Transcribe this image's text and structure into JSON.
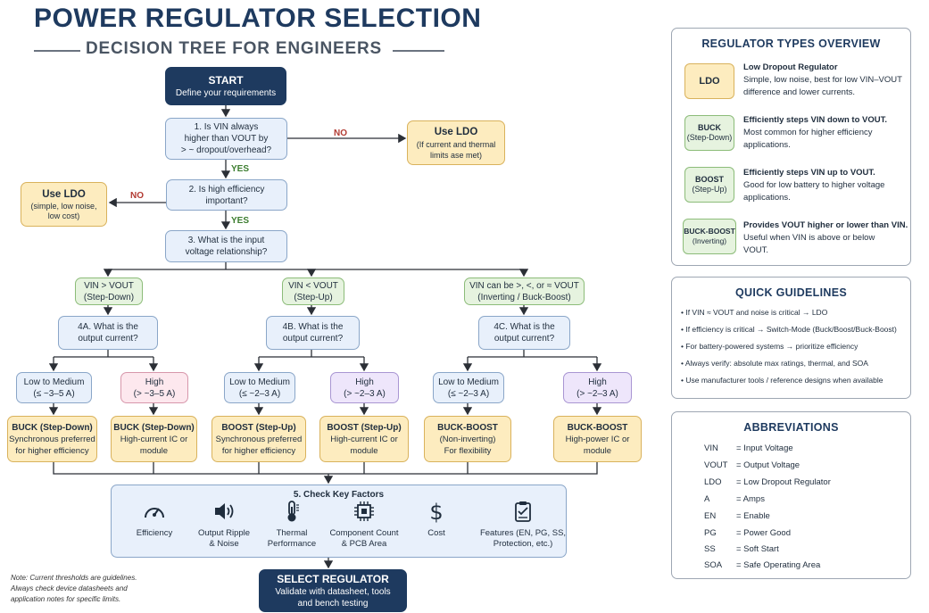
{
  "header": {
    "title": "POWER REGULATOR SELECTION",
    "subtitle": "DECISION TREE FOR ENGINEERS"
  },
  "flow": {
    "start": {
      "title": "START",
      "sub": "Define your requirements"
    },
    "q1": {
      "l1": "1. Is VIN always",
      "l2": "higher than VOUT by",
      "l3": "> ~ dropout/overhead?"
    },
    "q1_no": "NO",
    "q1_yes": "YES",
    "ldo_right": {
      "title": "Use LDO",
      "l1": "(If current and thermal",
      "l2": "limits ase met)"
    },
    "q2": {
      "l1": "2. Is high efficiency",
      "l2": "important?"
    },
    "q2_no": "NO",
    "q2_yes": "YES",
    "ldo_left": {
      "title": "Use LDO",
      "l1": "(simple, low noise,",
      "l2": "low cost)"
    },
    "q3": {
      "l1": "3. What is the input",
      "l2": "voltage relationship?"
    },
    "branches": [
      {
        "cond_l1": "VIN > VOUT",
        "cond_l2": "(Step-Down)",
        "q_l1": "4A. What is the",
        "q_l2": "output current?",
        "low_l1": "Low to Medium",
        "low_l2": "(≤ ~3–5 A)",
        "high_l1": "High",
        "high_l2": "(> ~3–5 A)",
        "res_low": {
          "title": "BUCK (Step-Down)",
          "l1": "Synchronous preferred",
          "l2": "for higher efficiency"
        },
        "res_high": {
          "title": "BUCK (Step-Down)",
          "l1": "High-current IC or",
          "l2": "module"
        }
      },
      {
        "cond_l1": "VIN < VOUT",
        "cond_l2": "(Step-Up)",
        "q_l1": "4B. What is the",
        "q_l2": "output current?",
        "low_l1": "Low to Medium",
        "low_l2": "(≤ ~2–3 A)",
        "high_l1": "High",
        "high_l2": "(> ~2–3 A)",
        "res_low": {
          "title": "BOOST (Step-Up)",
          "l1": "Synchronous preferred",
          "l2": "for higher efficiency"
        },
        "res_high": {
          "title": "BOOST (Step-Up)",
          "l1": "High-current IC or",
          "l2": "module"
        }
      },
      {
        "cond_l1": "VIN can be >, <, or ≈ VOUT",
        "cond_l2": "(Inverting / Buck-Boost)",
        "q_l1": "4C. What is the",
        "q_l2": "output current?",
        "low_l1": "Low to Medium",
        "low_l2": "(≤ ~2–3 A)",
        "high_l1": "High",
        "high_l2": "(> ~2–3 A)",
        "res_low": {
          "title": "BUCK-BOOST",
          "l1": "(Non-inverting)",
          "l2": "For flexibility"
        },
        "res_high": {
          "title": "BUCK-BOOST",
          "l1": "High-power IC or",
          "l2": "module"
        }
      }
    ],
    "factors_title": "5. Check Key Factors",
    "factors": [
      {
        "icon": "gauge-icon",
        "l1": "Efficiency",
        "l2": ""
      },
      {
        "icon": "speaker-icon",
        "l1": "Output Ripple",
        "l2": "& Noise"
      },
      {
        "icon": "thermometer-icon",
        "l1": "Thermal",
        "l2": "Performance"
      },
      {
        "icon": "chip-icon",
        "l1": "Component Count",
        "l2": "& PCB Area"
      },
      {
        "icon": "dollar-icon",
        "l1": "Cost",
        "l2": ""
      },
      {
        "icon": "clipboard-icon",
        "l1": "Features (EN, PG, SS,",
        "l2": "Protection, etc.)"
      }
    ],
    "select": {
      "title": "SELECT REGULATOR",
      "l1": "Validate with datasheet, tools",
      "l2": "and bench testing"
    },
    "note": {
      "l1": "Note: Current thresholds are guidelines.",
      "l2": "Always check device datasheets and",
      "l3": "application notes for specific limits."
    }
  },
  "reg_types": {
    "title": "REGULATOR TYPES OVERVIEW",
    "items": [
      {
        "badge_l1": "LDO",
        "badge_l2": "",
        "h": "Low Dropout Regulator",
        "t1": "Simple, low noise, best for low VIN–VOUT",
        "t2": "difference and lower currents."
      },
      {
        "badge_l1": "BUCK",
        "badge_l2": "(Step-Down)",
        "h": "Efficiently steps VIN down to VOUT.",
        "t1": "Most common for higher efficiency",
        "t2": "applications."
      },
      {
        "badge_l1": "BOOST",
        "badge_l2": "(Step-Up)",
        "h": "Efficiently steps VIN up to VOUT.",
        "t1": "Good for low battery to higher voltage",
        "t2": "applications."
      },
      {
        "badge_l1": "BUCK-BOOST",
        "badge_l2": "(Inverting)",
        "h": "Provides VOUT higher or lower than VIN.",
        "t1": "Useful when VIN is above or below",
        "t2": "VOUT."
      }
    ]
  },
  "guidelines": {
    "title": "QUICK GUIDELINES",
    "items": [
      "• If VIN ≈ VOUT and noise is critical → LDO",
      "• If efficiency is critical → Switch-Mode (Buck/Boost/Buck-Boost)",
      "• For battery-powered systems → prioritize efficiency",
      "• Always verify: absolute max ratings, thermal, and SOA",
      "• Use manufacturer tools / reference designs when available"
    ]
  },
  "abbreviations": {
    "title": "ABBREVIATIONS",
    "items": [
      {
        "k": "VIN",
        "v": "= Input Voltage"
      },
      {
        "k": "VOUT",
        "v": "= Output Voltage"
      },
      {
        "k": "LDO",
        "v": "= Low Dropout Regulator"
      },
      {
        "k": "A",
        "v": "= Amps"
      },
      {
        "k": "EN",
        "v": "= Enable"
      },
      {
        "k": "PG",
        "v": "= Power Good"
      },
      {
        "k": "SS",
        "v": "= Soft Start"
      },
      {
        "k": "SOA",
        "v": "= Safe Operating Area"
      }
    ]
  },
  "colors": {
    "navy": "#1e3a5f",
    "question_fill": "#e8f0fb",
    "condition_fill": "#e6f3df",
    "result_fill": "#fdecbf",
    "high_step_down_fill": "#fde8ee",
    "high_step_up_fill": "#eee6fb",
    "yes": "#3c7d2f",
    "no": "#b23a32"
  }
}
